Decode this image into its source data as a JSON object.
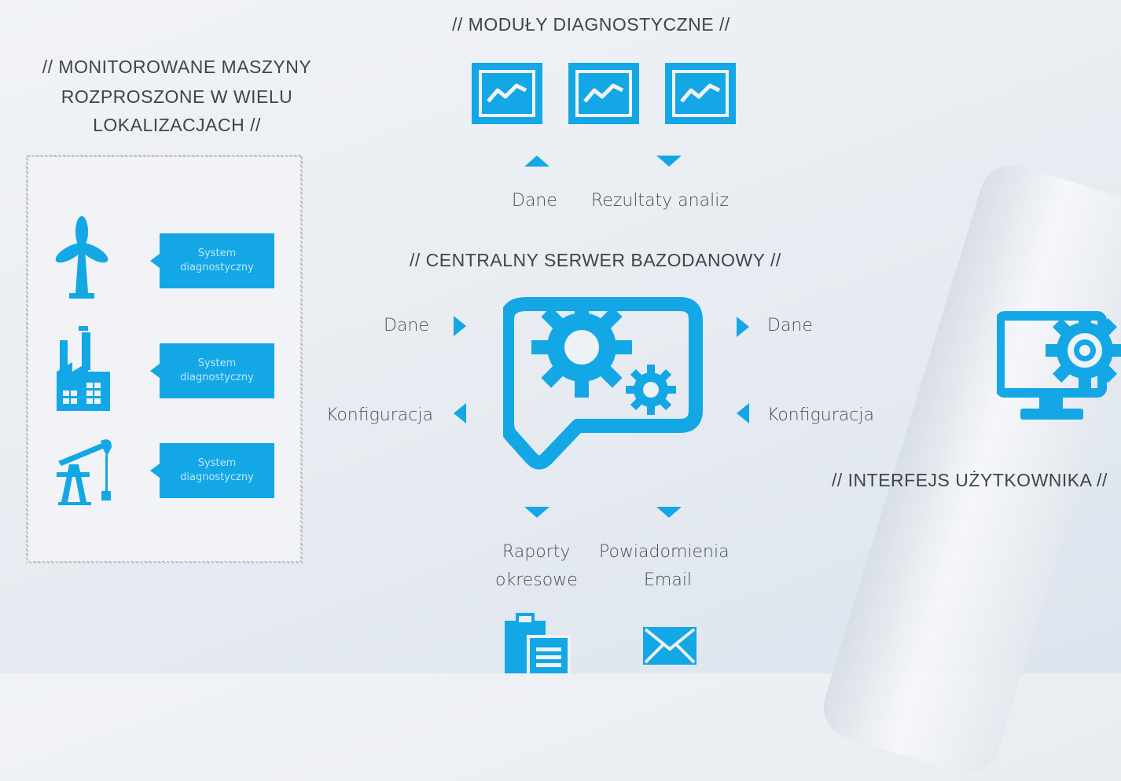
{
  "headings": {
    "modules": "// MODUŁY DIAGNOSTYCZNE //",
    "machines_line1": "// MONITOROWANE MASZYNY",
    "machines_line2": "ROZPROSZONE W WIELU",
    "machines_line3": "LOKALIZACJACH //",
    "server": "// CENTRALNY SERWER BAZODANOWY //",
    "ui": "// INTERFEJS UŻYTKOWNIKA //"
  },
  "system_boxes": [
    {
      "line1": "System",
      "line2": "diagnostyczny"
    },
    {
      "line1": "System",
      "line2": "diagnostyczny"
    },
    {
      "line1": "System",
      "line2": "diagnostyczny"
    }
  ],
  "flows": {
    "module_data": "Dane",
    "module_results": "Rezultaty analiz",
    "left_data": "Dane",
    "left_config": "Konfiguracja",
    "right_data": "Dane",
    "right_config": "Konfiguracja",
    "reports_line1": "Raporty",
    "reports_line2": "okresowe",
    "notify_line1": "Powiadomienia",
    "notify_line2": "Email"
  },
  "icons": {
    "machines": [
      "wind-turbine-icon",
      "factory-icon",
      "oil-pump-icon"
    ],
    "modules": [
      "chart-monitor-icon",
      "chart-monitor-icon",
      "chart-monitor-icon"
    ],
    "server": "gears-chat-icon",
    "ui": "monitor-gear-icon",
    "reports": "clipboard-document-icon",
    "email": "envelope-icon"
  },
  "colors": {
    "accent": "#13a7e6",
    "background": "#eef1f5",
    "text": "#4a4f55"
  }
}
